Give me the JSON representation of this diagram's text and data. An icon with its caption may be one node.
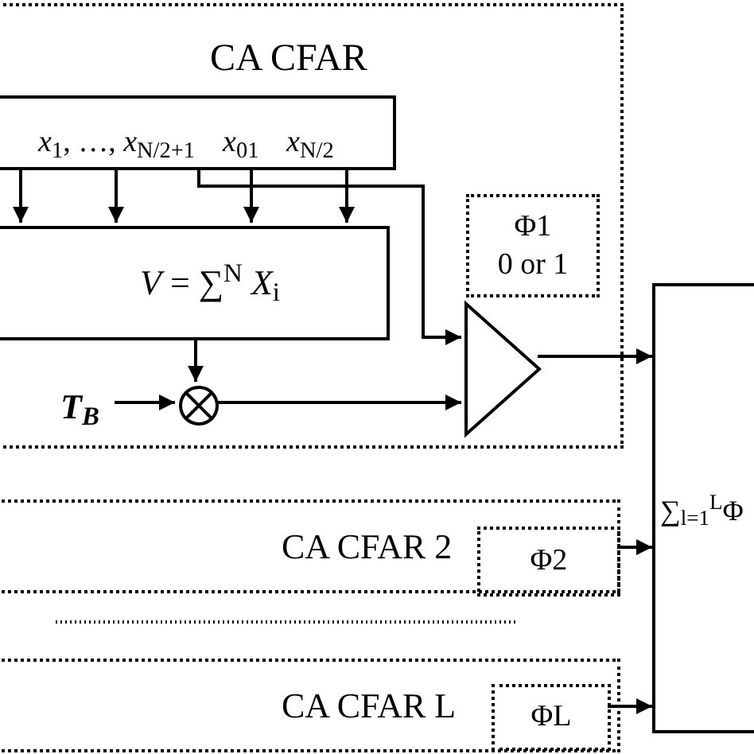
{
  "diagram": {
    "nodes": [
      {
        "text": [
          "CA CFAR"
        ]
      },
      {
        "text": [
          "*x*$_{1}$, …, *x*$_{N/2+1}$",
          "*x*$_{01}$",
          "*x*$_{N/2}$"
        ],
        "in": 0
      },
      {
        "text": [
          "*V* = ∑$^{N}$ *X*$_{i}$"
        ],
        "in": 0
      },
      {
        "text": [
          "Φ1",
          "0 or 1"
        ],
        "in": 0
      },
      {
        "text": [],
        "shape": "triangle",
        "in": 0
      },
      {
        "text": [],
        "shape": "circle",
        "in": 0
      },
      {
        "text": [
          "T$_{B}$"
        ],
        "in": 0
      },
      {
        "text": [
          "∑$_{l=1}$$^{L}$Φ"
        ]
      },
      {
        "text": [
          "CA CFAR 2"
        ]
      },
      {
        "text": [
          "Φ2"
        ],
        "in": 8
      },
      {
        "text": [
          "CA CFAR L"
        ]
      },
      {
        "text": [
          "ΦL"
        ],
        "in": 10
      }
    ],
    "edges": [
      {
        "from": 1,
        "to": 2,
        "arrow": "to"
      },
      {
        "from": 1,
        "to": 2,
        "arrow": "to"
      },
      {
        "from": 1,
        "to": 2,
        "arrow": "to"
      },
      {
        "from": 1,
        "to": 2,
        "arrow": "to"
      },
      {
        "from": 1,
        "to": 4,
        "arrow": "to"
      },
      {
        "from": 2,
        "to": 5,
        "arrow": "to"
      },
      {
        "from": 6,
        "to": 5,
        "arrow": "to"
      },
      {
        "from": 5,
        "to": 4,
        "arrow": "to"
      },
      {
        "from": 4,
        "to": 7,
        "arrow": "to"
      },
      {
        "from": 9,
        "to": 7,
        "arrow": "to"
      },
      {
        "from": 11,
        "to": 7,
        "arrow": "to"
      }
    ]
  }
}
